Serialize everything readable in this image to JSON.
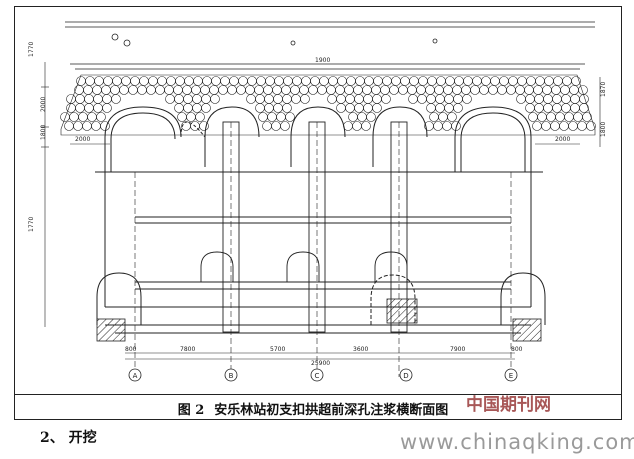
{
  "figure": {
    "caption_number": "图 2",
    "caption_title": "安乐林站初支扣拱超前深孔注浆横断面图"
  },
  "dimensions": {
    "top_span": "1900",
    "left_top": "2000",
    "right_top": "2000",
    "bottom": [
      "7800",
      "5700",
      "3600",
      "7900"
    ],
    "bottom_left_small": "800",
    "bottom_right_small": "800",
    "total": "25900",
    "left_heights": [
      "1770",
      "2000",
      "1800",
      "1770"
    ],
    "right_heights": [
      "1870",
      "1800"
    ]
  },
  "axes": [
    "A",
    "B",
    "C",
    "D",
    "E"
  ],
  "section_heading": "2、 开挖",
  "watermark": {
    "url": "www.chinaqking.com",
    "label": "中国期刊网"
  }
}
